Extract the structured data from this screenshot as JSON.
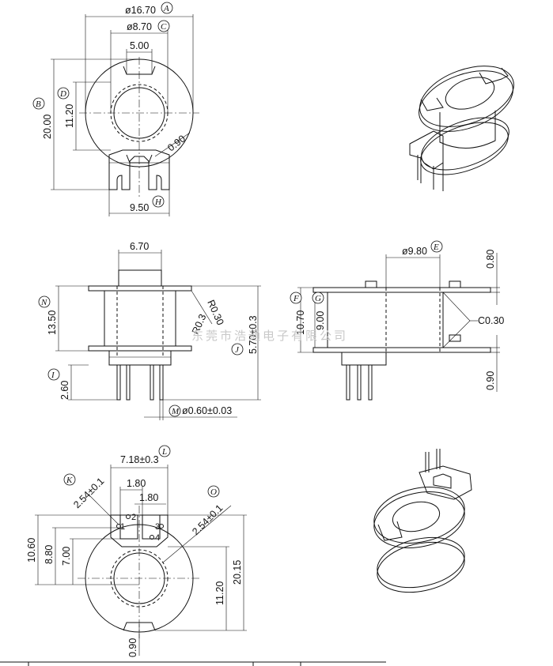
{
  "watermark": "东莞市浩通电子有限公司",
  "top_view": {
    "dim_A": "ø16.70",
    "balloon_A": "A",
    "dim_C": "ø8.70",
    "balloon_C": "C",
    "dim_slot": "5.00",
    "dim_B": "20.00",
    "balloon_B": "B",
    "dim_D": "11.20",
    "balloon_D": "D",
    "dim_radius": "0.90",
    "dim_H": "9.50",
    "balloon_H": "H"
  },
  "front_view": {
    "dim_top": "6.70",
    "dim_N": "13.50",
    "balloon_N": "N",
    "dim_r1": "R0.3",
    "dim_r2": "R0.30",
    "dim_I": "2.60",
    "balloon_I": "I",
    "dim_J": "5.70±0.3",
    "balloon_J": "J",
    "dim_M": "ø0.60±0.03",
    "balloon_M": "M"
  },
  "side_view": {
    "dim_E": "ø9.80",
    "balloon_E": "E",
    "dim_top": "0.80",
    "balloon_F": "F",
    "dim_F": "10.70",
    "balloon_G": "G",
    "dim_G": "9.00",
    "dim_chamfer": "C0.30",
    "dim_bottom": "0.90"
  },
  "bottom_view": {
    "dim_L": "7.18±0.3",
    "balloon_L": "L",
    "dim_180a": "1.80",
    "dim_180b": "1.80",
    "dim_K": "2.54±0.1",
    "balloon_K": "K",
    "dim_O": "2.54±0.1",
    "balloon_O": "O",
    "dim_1060": "10.60",
    "dim_880": "8.80",
    "dim_700": "7.00",
    "dim_1120": "11.20",
    "dim_2015": "20.15",
    "dim_090": "0.90",
    "pin1": "1",
    "pin2": "2",
    "pin3": "3",
    "pin4": "4"
  }
}
